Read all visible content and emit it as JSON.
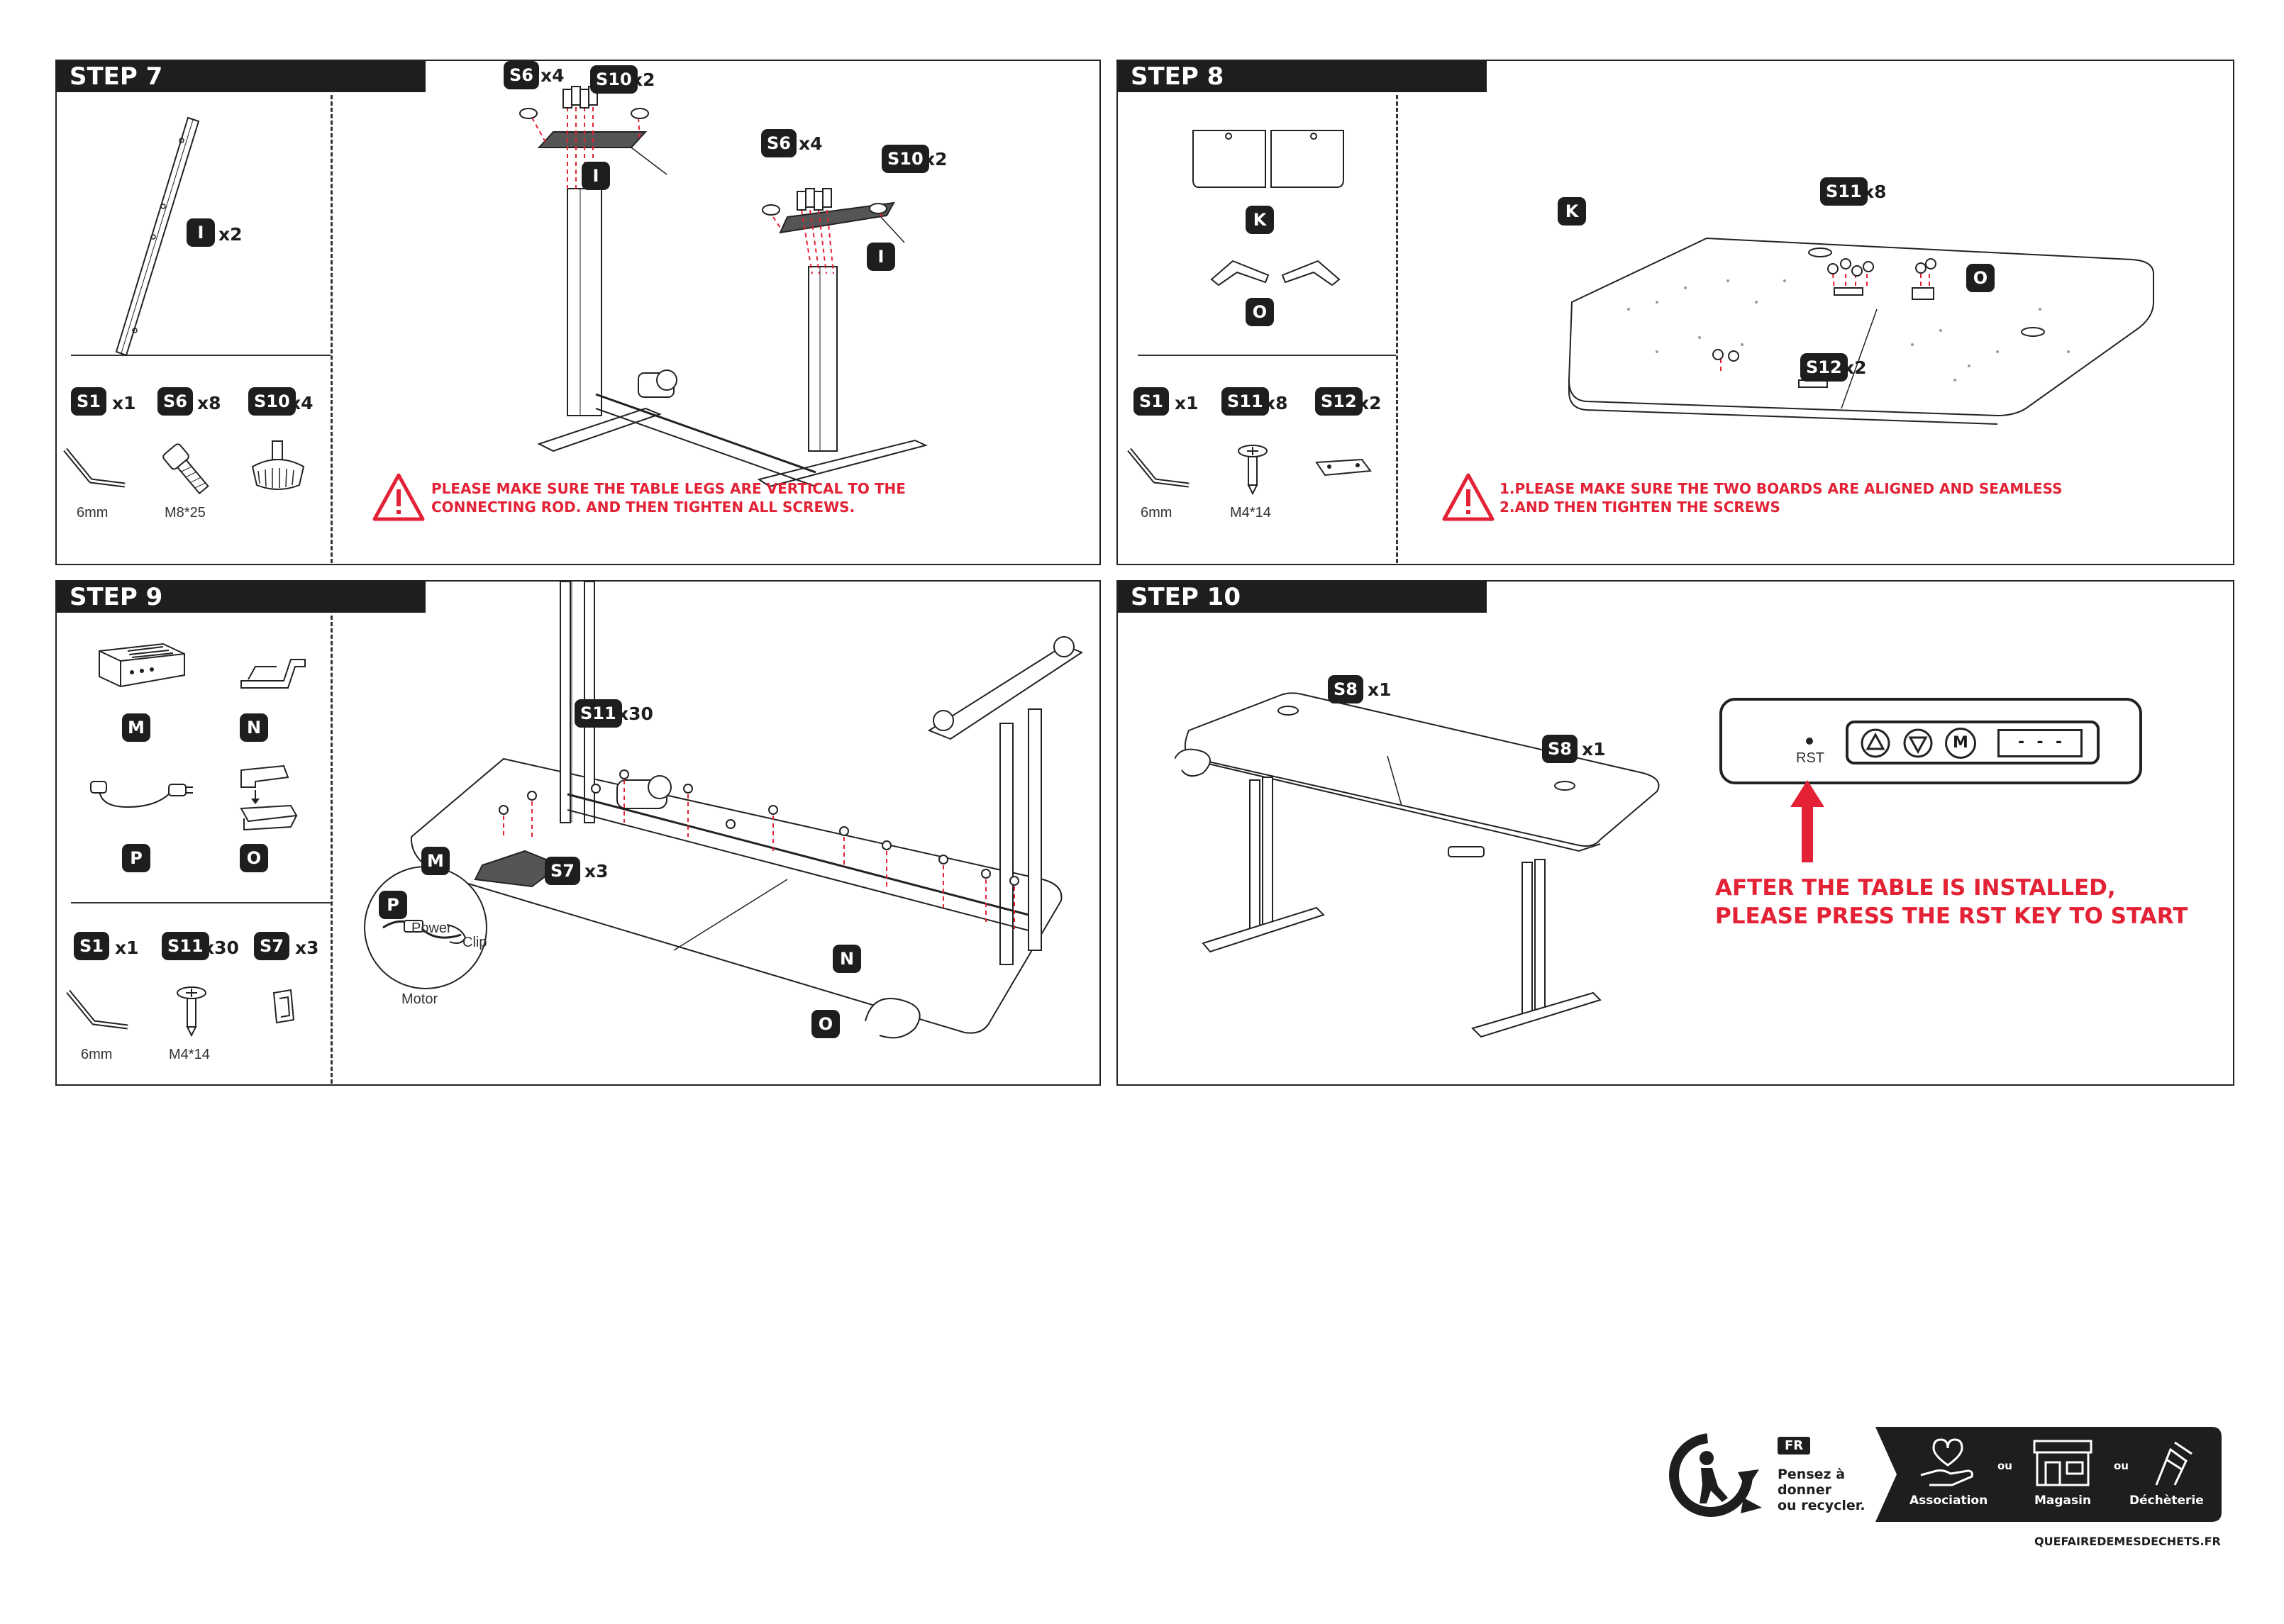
{
  "steps": {
    "s7": {
      "title": "STEP 7",
      "parts": [
        {
          "tag": "S1",
          "qty": "x1",
          "note": "6mm"
        },
        {
          "tag": "S6",
          "qty": "x8",
          "note": "M8*25"
        },
        {
          "tag": "S10",
          "qty": "x4",
          "note": ""
        }
      ],
      "main_part": {
        "tag": "I",
        "qty": "x2"
      },
      "callouts": [
        {
          "tag": "S6",
          "qty": "x4"
        },
        {
          "tag": "S10",
          "qty": "x2"
        },
        {
          "tag": "S6",
          "qty": "x4"
        },
        {
          "tag": "S10",
          "qty": "x2"
        },
        {
          "tag": "I"
        },
        {
          "tag": "I"
        }
      ],
      "warning": [
        "PLEASE MAKE SURE THE TABLE LEGS ARE VERTICAL TO THE",
        "CONNECTING ROD. AND THEN TIGHTEN ALL SCREWS."
      ]
    },
    "s8": {
      "title": "STEP 8",
      "main_parts": [
        {
          "tag": "K"
        },
        {
          "tag": "O"
        }
      ],
      "parts": [
        {
          "tag": "S1",
          "qty": "x1",
          "note": "6mm"
        },
        {
          "tag": "S11",
          "qty": "x8",
          "note": "M4*14"
        },
        {
          "tag": "S12",
          "qty": "x2",
          "note": ""
        }
      ],
      "callouts": [
        {
          "tag": "K"
        },
        {
          "tag": "S11",
          "qty": "x8"
        },
        {
          "tag": "O"
        },
        {
          "tag": "S12",
          "qty": "x2"
        }
      ],
      "warning": [
        "1.PLEASE MAKE SURE THE TWO BOARDS ARE ALIGNED AND SEAMLESS",
        "2.AND THEN TIGHTEN THE SCREWS"
      ]
    },
    "s9": {
      "title": "STEP 9",
      "main_parts": [
        {
          "tag": "M"
        },
        {
          "tag": "N"
        },
        {
          "tag": "P"
        },
        {
          "tag": "O"
        }
      ],
      "parts": [
        {
          "tag": "S1",
          "qty": "x1",
          "note": "6mm"
        },
        {
          "tag": "S11",
          "qty": "x30",
          "note": "M4*14"
        },
        {
          "tag": "S7",
          "qty": "x3",
          "note": ""
        }
      ],
      "callouts": [
        {
          "tag": "S11",
          "qty": "x30"
        },
        {
          "tag": "M"
        },
        {
          "tag": "S7",
          "qty": "x3"
        },
        {
          "tag": "P"
        },
        {
          "tag": "N"
        },
        {
          "tag": "O"
        }
      ],
      "labels": {
        "power": "Power",
        "clip": "Clip",
        "motor": "Motor"
      }
    },
    "s10": {
      "title": "STEP 10",
      "callouts": [
        {
          "tag": "S8",
          "qty": "x1"
        },
        {
          "tag": "S8",
          "qty": "x1"
        }
      ],
      "rst_label": "RST",
      "display": "- - -",
      "button_m": "M",
      "instruction": [
        "AFTER THE TABLE IS INSTALLED,",
        "PLEASE PRESS THE RST KEY TO START"
      ]
    }
  },
  "recycle": {
    "badge": "FR",
    "lines": [
      "Pensez à",
      "donner",
      "ou recycler."
    ],
    "options": [
      "Association",
      "Magasin",
      "Déchèterie"
    ],
    "sep": "ou",
    "url": "QUEFAIREDEMESDECHETS.FR"
  },
  "colors": {
    "accent_red": "#e32236",
    "dark": "#1e1e1e"
  }
}
